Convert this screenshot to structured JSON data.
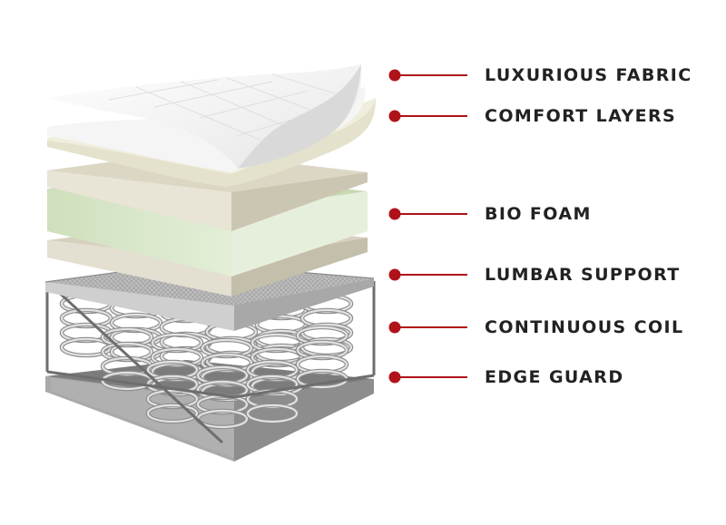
{
  "layers": [
    {
      "id": "luxurious-fabric",
      "label": "LUXURIOUS FABRIC"
    },
    {
      "id": "comfort-layers",
      "label": "COMFORT LAYERS"
    },
    {
      "id": "bio-foam",
      "label": "BIO FOAM"
    },
    {
      "id": "lumbar-support",
      "label": "LUMBAR SUPPORT"
    },
    {
      "id": "continuous-coil",
      "label": "CONTINUOUS COIL"
    },
    {
      "id": "edge-guard",
      "label": "EDGE GUARD"
    }
  ],
  "colors": {
    "callout": "#b0121a",
    "label_text": "#222222",
    "fabric": "#f4f4f4",
    "comfort": "#e8e6d6",
    "foam_green": "#d8e6c9",
    "beige": "#ddd8c8",
    "lumbar": "#b5b5b5",
    "coil": "#d0d0d0",
    "base": "#999999"
  }
}
